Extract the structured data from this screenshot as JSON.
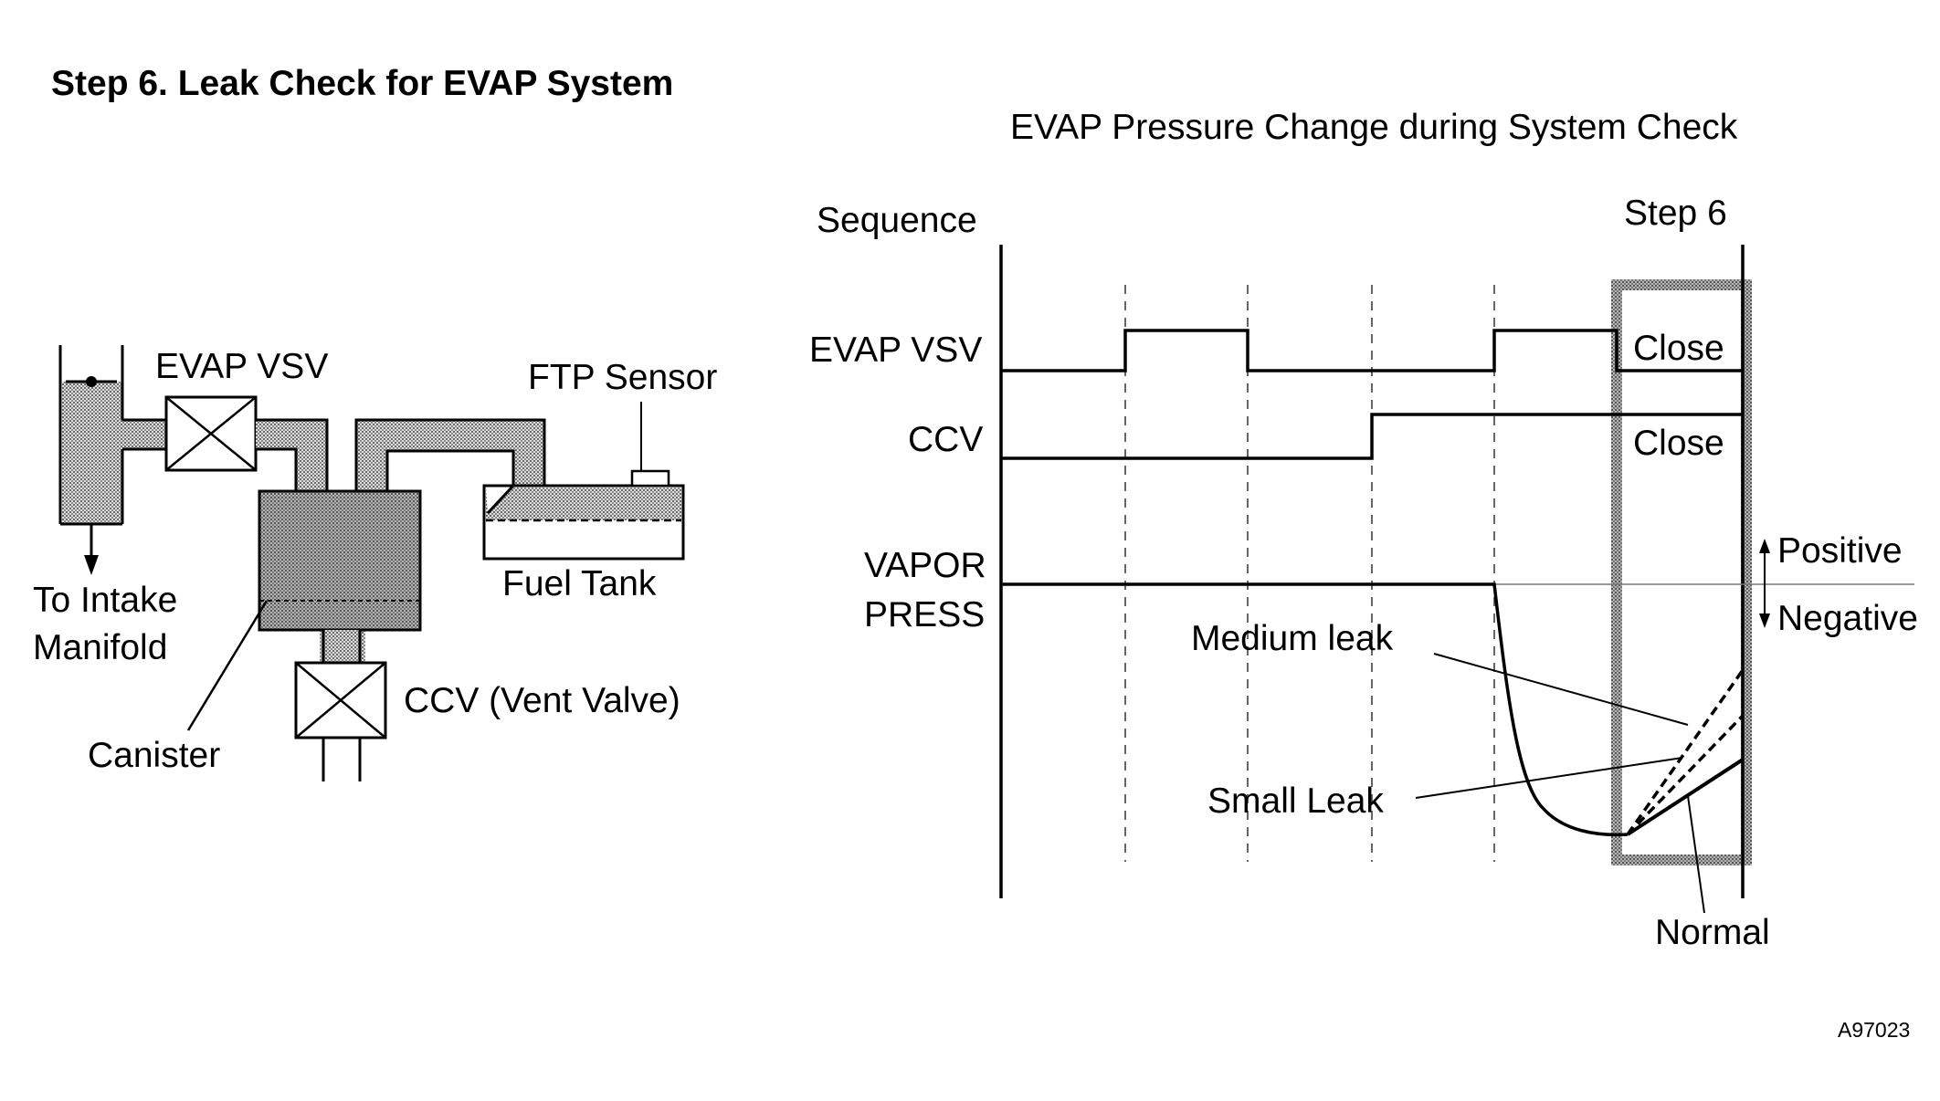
{
  "heading": "Step 6. Leak Check for EVAP System",
  "figure_code": "A97023",
  "schematic": {
    "evap_vsv": "EVAP VSV",
    "ftp_sensor": "FTP Sensor",
    "to_intake": "To Intake",
    "manifold": "Manifold",
    "fuel_tank": "Fuel Tank",
    "canister": "Canister",
    "ccv_vent": "CCV (Vent Valve)"
  },
  "timing": {
    "title": "EVAP Pressure Change during System Check",
    "sequence": "Sequence",
    "step6": "Step 6",
    "rows": {
      "evap_vsv": "EVAP VSV",
      "ccv": "CCV",
      "vapor": "VAPOR",
      "press": "PRESS"
    },
    "close_vsv": "Close",
    "close_ccv": "Close",
    "positive": "Positive",
    "negative": "Negative",
    "medium_leak": "Medium leak",
    "small_leak": "Small Leak",
    "normal": "Normal"
  },
  "colors": {
    "line": "#000000",
    "fill_pattern": "#8a8a8a",
    "axis_gray": "#777777"
  }
}
